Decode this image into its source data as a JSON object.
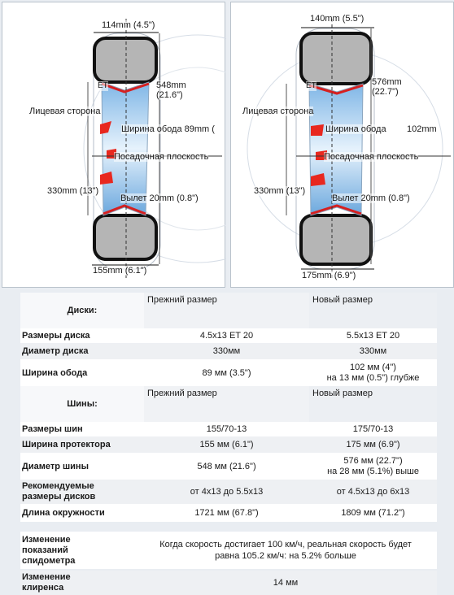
{
  "diagram_left": {
    "top_width": "114mm (4.5\")",
    "diameter": "548mm\n(21.6\")",
    "face_side": "Лицевая сторона",
    "rim_width": "Ширина обода 89mm (",
    "mounting_plane": "Посадочная плоскость",
    "rim_diameter": "330mm (13\")",
    "offset": "Вылет 20mm (0.8\")",
    "bottom_width": "155mm (6.1\")",
    "et_label": "ET"
  },
  "diagram_right": {
    "top_width": "140mm (5.5\")",
    "diameter": "576mm\n(22.7\")",
    "face_side": "Лицевая сторона",
    "rim_width": "Ширина обода",
    "rim_width_value": "102mm",
    "mounting_plane": "Посадочная плоскость",
    "rim_diameter": "330mm (13\")",
    "offset": "Вылет 20mm (0.8\")",
    "bottom_width": "175mm (6.9\")",
    "et_label": "ET"
  },
  "discs": {
    "header": "Диски:",
    "col_old": "Прежний размер",
    "col_new": "Новый размер",
    "rows": [
      {
        "label": "Размеры диска",
        "old": "4.5x13 ET 20",
        "new": "5.5x13 ET 20"
      },
      {
        "label": "Диаметр диска",
        "old": "330мм",
        "new": "330мм"
      },
      {
        "label": "Ширина обода",
        "old": "89 мм (3.5\")",
        "new": "102 мм (4\")\nна 13 мм (0.5\") глубже"
      }
    ]
  },
  "tires": {
    "header": "Шины:",
    "col_old": "Прежний размер",
    "col_new": "Новый размер",
    "rows": [
      {
        "label": "Размеры шин",
        "old": "155/70-13",
        "new": "175/70-13"
      },
      {
        "label": "Ширина протектора",
        "old": "155 мм (6.1\")",
        "new": "175 мм (6.9\")"
      },
      {
        "label": "Диаметр шины",
        "old": "548 мм (21.6\")",
        "new": "576 мм (22.7\")\nна 28 мм (5.1%) выше"
      },
      {
        "label": "Рекомендуемые\nразмеры дисков",
        "old": "от 4x13 до 5.5x13",
        "new": "от 4.5x13 до 6x13"
      },
      {
        "label": "Длина окружности",
        "old": "1721 мм (67.8\")",
        "new": "1809 мм (71.2\")"
      }
    ]
  },
  "notes": [
    {
      "label": "Изменение\nпоказаний\nспидометра",
      "text": "Когда скорость достигает 100 км/ч, реальная скорость будет\nравна 105.2 км/ч: на 5.2% больше"
    },
    {
      "label": "Изменение\nклиренса",
      "text": "14 мм"
    }
  ]
}
